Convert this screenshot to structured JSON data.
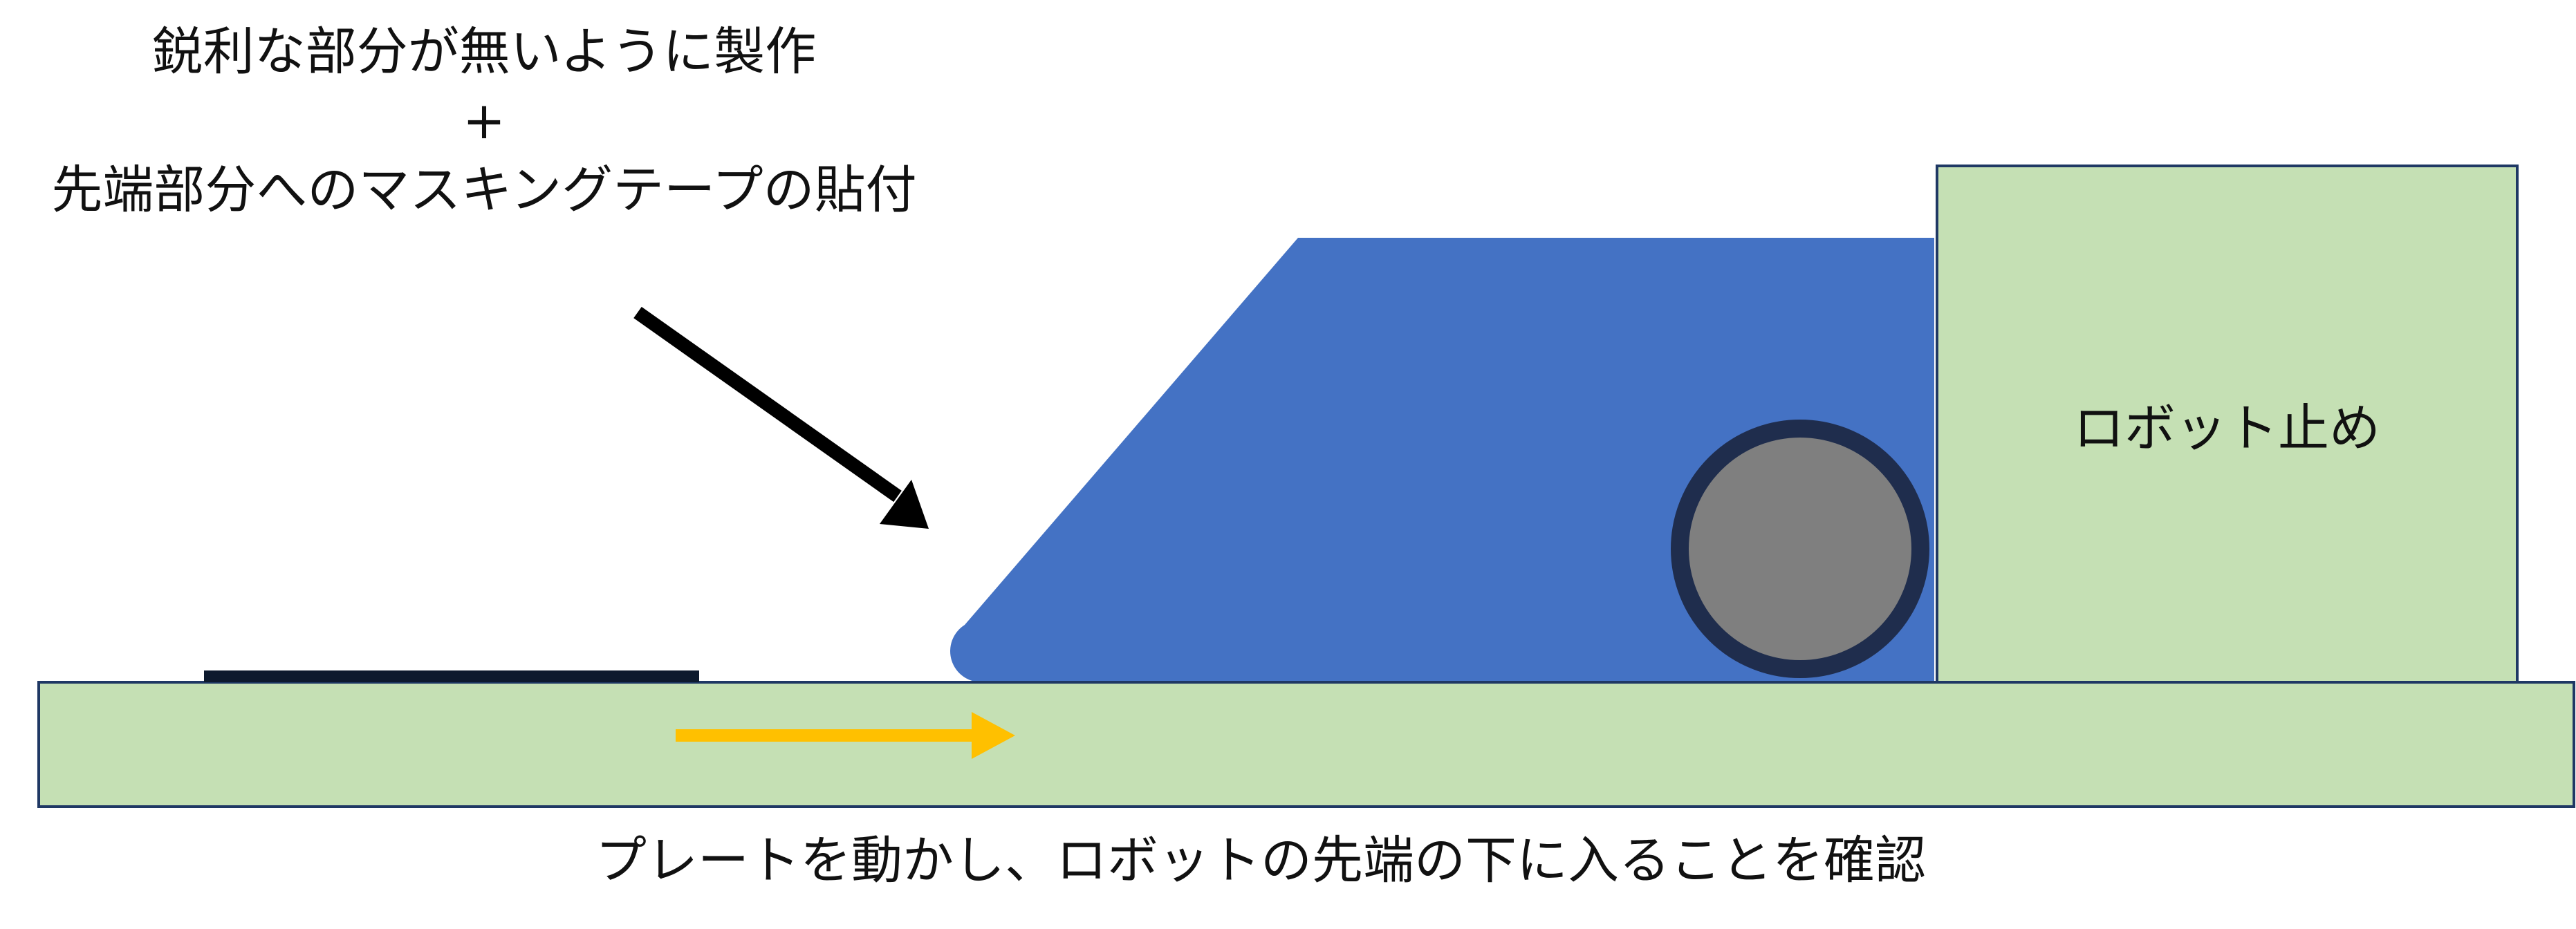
{
  "diagram": {
    "top_note": {
      "line1": "鋭利な部分が無いように製作",
      "line2": "+",
      "line3": "先端部分へのマスキングテープの貼付"
    },
    "stopper_label": "ロボット止め",
    "caption": "プレートを動かし、ロボットの先端の下に入ることを確認"
  },
  "colors": {
    "background": "#ffffff",
    "base_fill": "#c5e0b4",
    "base_stroke": "#1f3864",
    "stopper_fill": "#c5e0b4",
    "stopper_stroke": "#1f3864",
    "robot_fill": "#4472c4",
    "wheel_fill": "#7f7f7f",
    "wheel_stroke": "#1f2d4d",
    "plate": "#0d1a2e",
    "pointer_arrow": "#000000",
    "motion_arrow": "#ffc000",
    "text": "#111111"
  },
  "icons": {
    "pointer": "arrow-down-right-icon",
    "motion": "arrow-right-icon"
  }
}
